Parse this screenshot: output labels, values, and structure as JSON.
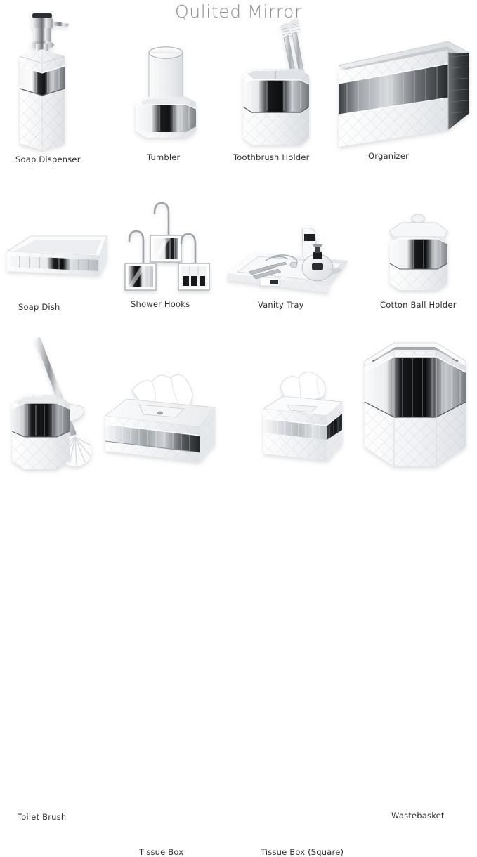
{
  "header": {
    "title": "Qulited Mirror"
  },
  "collection": {
    "name": "Qulited Mirror",
    "columns": 4,
    "rows": 3
  },
  "colors": {
    "background": "#ffffff",
    "title_text": "#8d8f92",
    "label_text": "#2f2f31",
    "quilted_white": "#f4f5f7",
    "mirror_silver": "#d8dadd",
    "mirror_dark": "#16181a",
    "chrome": "#c9ccd1"
  },
  "products": [
    {
      "id": "soap-dispenser",
      "label": "Soap Dispenser",
      "row": 1,
      "column": 1,
      "shape": "hexagonal tall column",
      "accessories": "chrome pump with black top and spout"
    },
    {
      "id": "tumbler",
      "label": "Tumbler",
      "row": 1,
      "column": 2,
      "shape": "octagonal holder",
      "accessories": "clear glass cup"
    },
    {
      "id": "toothbrush-holder",
      "label": "Toothbrush Holder",
      "row": 1,
      "column": 3,
      "shape": "rectangular two-compartment cup",
      "accessories": "two toothbrushes"
    },
    {
      "id": "organizer",
      "label": "Organizer",
      "row": 1,
      "column": 4,
      "shape": "long open rectangular box",
      "accessories": ""
    },
    {
      "id": "soap-dish",
      "label": "Soap Dish",
      "row": 2,
      "column": 1,
      "shape": "shallow rectangular tray",
      "accessories": ""
    },
    {
      "id": "shower-hooks",
      "label": "Shower Hooks",
      "row": 2,
      "column": 2,
      "shape": "three square plaques with chrome hooks",
      "accessories": "set of 3"
    },
    {
      "id": "vanity-tray",
      "label": "Vanity Tray",
      "row": 2,
      "column": 3,
      "shape": "flat rectangular tray with low rim",
      "accessories": "perfume bottle, lotion tube, jewelry"
    },
    {
      "id": "cotton-ball-holder",
      "label": "Cotton Ball Holder",
      "row": 2,
      "column": 4,
      "shape": "hexagonal jar with lid and knob",
      "accessories": "domed lid"
    },
    {
      "id": "toilet-brush",
      "label": "Toilet Brush",
      "row": 3,
      "column": 1,
      "shape": "hexagonal canister",
      "accessories": "chrome handle brush with white bristles"
    },
    {
      "id": "tissue-box",
      "label": "Tissue Box",
      "row": 3,
      "column": 2,
      "shape": "wide rectangular cover",
      "accessories": "white tissue pulled up"
    },
    {
      "id": "tissue-box-square",
      "label": "Tissue Box (Square)",
      "row": 3,
      "column": 3,
      "shape": "cube cover",
      "accessories": "white tissue pulled up"
    },
    {
      "id": "wastebasket",
      "label": "Wastebasket",
      "row": 3,
      "column": 4,
      "shape": "large hexagonal open bin",
      "accessories": ""
    }
  ]
}
